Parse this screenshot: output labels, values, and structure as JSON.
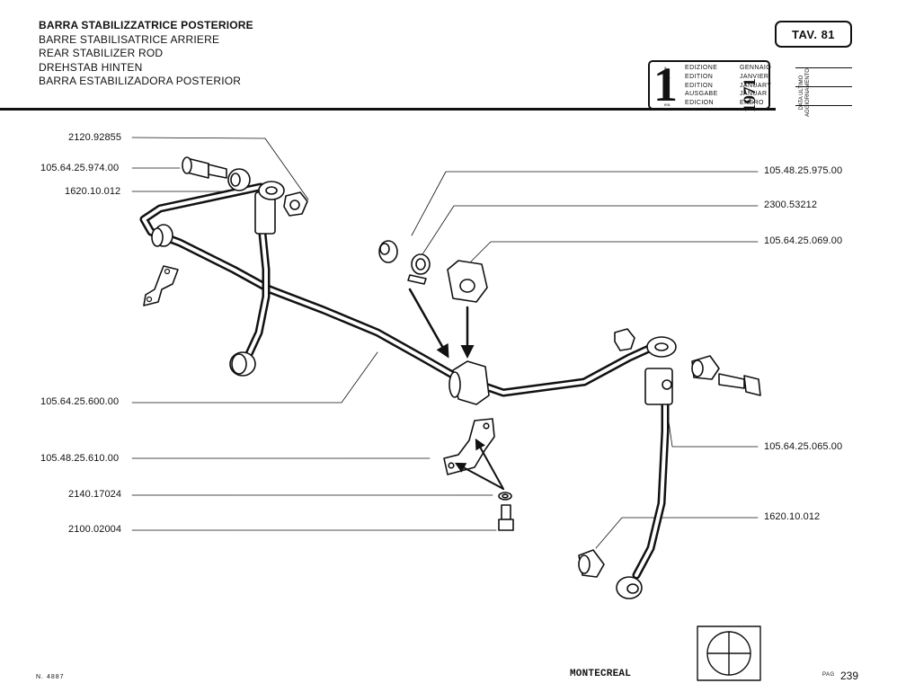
{
  "header": {
    "titles": [
      "BARRA STABILIZZATRICE POSTERIORE",
      "BARRE STABILISATRICE ARRIERE",
      "REAR STABILIZER ROD",
      "DREHSTAB HINTEN",
      "BARRA ESTABILIZADORA POSTERIOR"
    ],
    "plate": "TAV. 81"
  },
  "edition_box": {
    "number": "1",
    "superscripts": [
      "a",
      "ere",
      "st",
      "",
      "era"
    ],
    "words": [
      "EDIZIONE",
      "EDITION",
      "EDITION",
      "AUSGABE",
      "EDICION"
    ],
    "months": [
      "GENNAIO",
      "JANVIER",
      "JANUARY",
      "JANUAR",
      "ENERO"
    ],
    "year": "1971",
    "update_label_1": "DATA ULTIMO",
    "update_label_2": "AGGIORNAMENTO"
  },
  "parts": {
    "left": [
      "2120.92855",
      "105.64.25.974.00",
      "1620.10.012",
      "105.64.25.600.00",
      "105.48.25.610.00",
      "2140.17024",
      "2100.02004"
    ],
    "right": [
      "105.48.25.975.00",
      "2300.53212",
      "105.64.25.069.00",
      "105.64.25.065.00",
      "1620.10.012"
    ]
  },
  "footer": {
    "code": "N. 4887",
    "brand": "MONTECREAL",
    "page_prefix": "PAG",
    "page": "239"
  }
}
